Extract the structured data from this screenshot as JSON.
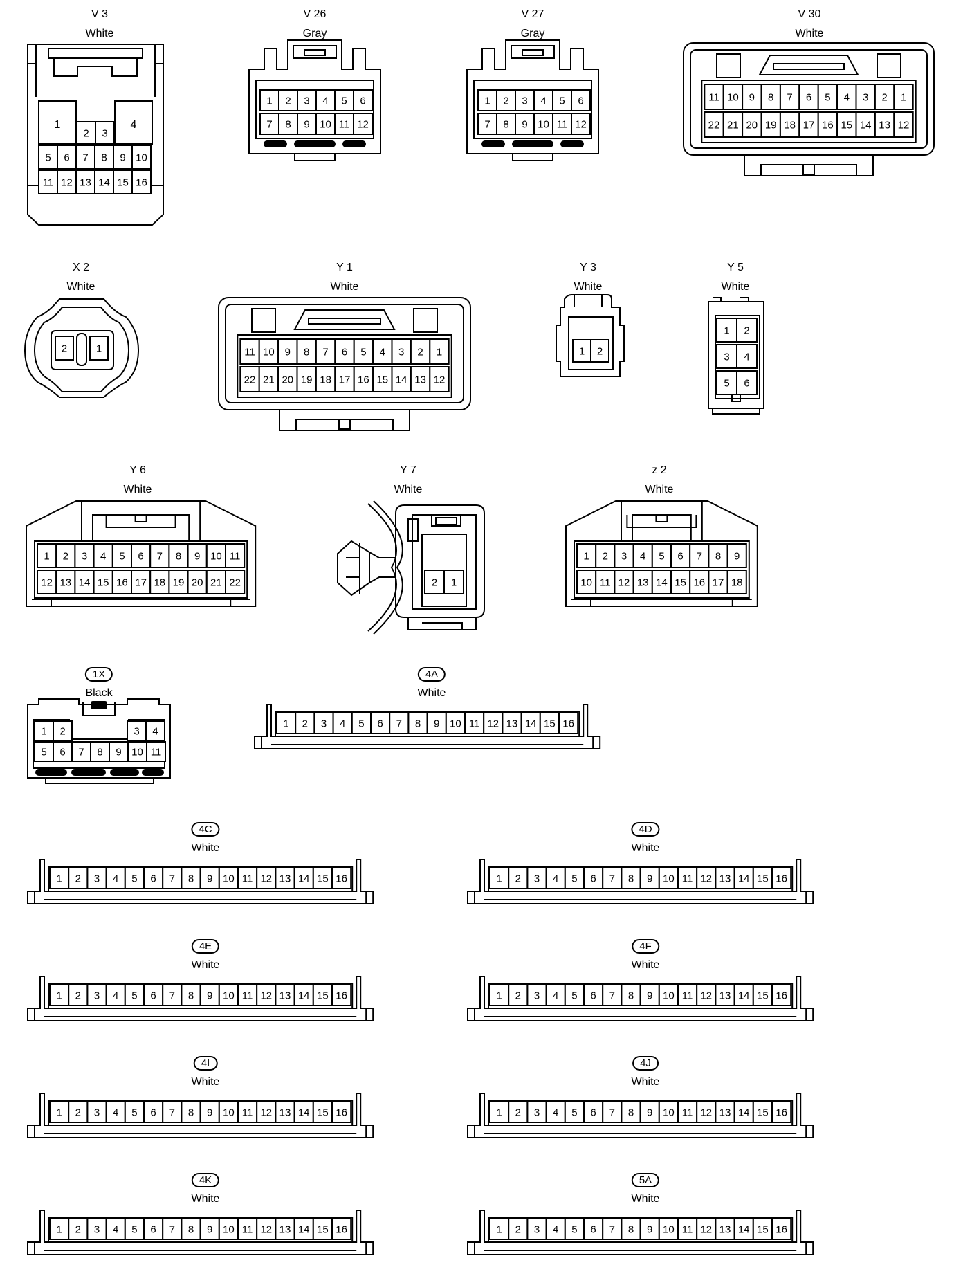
{
  "connectors": [
    {
      "id": "V 3",
      "color": "White"
    },
    {
      "id": "V 26",
      "color": "Gray"
    },
    {
      "id": "V 27",
      "color": "Gray"
    },
    {
      "id": "V 30",
      "color": "White"
    },
    {
      "id": "X 2",
      "color": "White"
    },
    {
      "id": "Y 1",
      "color": "White"
    },
    {
      "id": "Y 3",
      "color": "White"
    },
    {
      "id": "Y 5",
      "color": "White"
    },
    {
      "id": "Y 6",
      "color": "White"
    },
    {
      "id": "Y 7",
      "color": "White"
    },
    {
      "id": "z 2",
      "color": "White"
    },
    {
      "id": "1X",
      "color": "Black",
      "badge": true
    },
    {
      "id": "4A",
      "color": "White",
      "badge": true
    },
    {
      "id": "4C",
      "color": "White",
      "badge": true
    },
    {
      "id": "4D",
      "color": "White",
      "badge": true
    },
    {
      "id": "4E",
      "color": "White",
      "badge": true
    },
    {
      "id": "4F",
      "color": "White",
      "badge": true
    },
    {
      "id": "4I",
      "color": "White",
      "badge": true
    },
    {
      "id": "4J",
      "color": "White",
      "badge": true
    },
    {
      "id": "4K",
      "color": "White",
      "badge": true
    },
    {
      "id": "5A",
      "color": "White",
      "badge": true
    }
  ],
  "pins": {
    "V3": [
      "1",
      "2",
      "3",
      "4",
      "5",
      "6",
      "7",
      "8",
      "9",
      "10",
      "11",
      "12",
      "13",
      "14",
      "15",
      "16"
    ],
    "V26": [
      [
        "1",
        "2",
        "3",
        "4",
        "5",
        "6"
      ],
      [
        "7",
        "8",
        "9",
        "10",
        "11",
        "12"
      ]
    ],
    "V27": [
      [
        "1",
        "2",
        "3",
        "4",
        "5",
        "6"
      ],
      [
        "7",
        "8",
        "9",
        "10",
        "11",
        "12"
      ]
    ],
    "V30": [
      [
        "11",
        "10",
        "9",
        "8",
        "7",
        "6",
        "5",
        "4",
        "3",
        "2",
        "1"
      ],
      [
        "22",
        "21",
        "20",
        "19",
        "18",
        "17",
        "16",
        "15",
        "14",
        "13",
        "12"
      ]
    ],
    "X2": [
      "2",
      "1"
    ],
    "Y1": [
      [
        "11",
        "10",
        "9",
        "8",
        "7",
        "6",
        "5",
        "4",
        "3",
        "2",
        "1"
      ],
      [
        "22",
        "21",
        "20",
        "19",
        "18",
        "17",
        "16",
        "15",
        "14",
        "13",
        "12"
      ]
    ],
    "Y3": [
      "1",
      "2"
    ],
    "Y5": [
      [
        "1",
        "2"
      ],
      [
        "3",
        "4"
      ],
      [
        "5",
        "6"
      ]
    ],
    "Y6": [
      [
        "1",
        "2",
        "3",
        "4",
        "5",
        "6",
        "7",
        "8",
        "9",
        "10",
        "11"
      ],
      [
        "12",
        "13",
        "14",
        "15",
        "16",
        "17",
        "18",
        "19",
        "20",
        "21",
        "22"
      ]
    ],
    "Y7": [
      "2",
      "1"
    ],
    "z2": [
      [
        "1",
        "2",
        "3",
        "4",
        "5",
        "6",
        "7",
        "8",
        "9"
      ],
      [
        "10",
        "11",
        "12",
        "13",
        "14",
        "15",
        "16",
        "17",
        "18"
      ]
    ],
    "1X": {
      "top_left": [
        "1",
        "2"
      ],
      "top_right": [
        "3",
        "4"
      ],
      "bottom": [
        "5",
        "6",
        "7",
        "8",
        "9",
        "10",
        "11"
      ]
    },
    "strip16": [
      "1",
      "2",
      "3",
      "4",
      "5",
      "6",
      "7",
      "8",
      "9",
      "10",
      "11",
      "12",
      "13",
      "14",
      "15",
      "16"
    ]
  }
}
